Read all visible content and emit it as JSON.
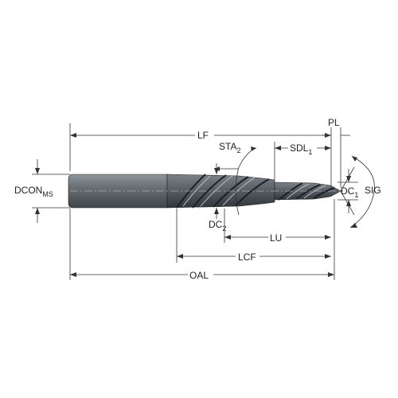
{
  "labels": {
    "lf": "LF",
    "pl": "PL",
    "sta": "STA",
    "sta_sub": "2",
    "sdl": "SDL",
    "sdl_sub": "1",
    "dcon": "DCON",
    "dcon_sub": "MS",
    "dc1": "DC",
    "dc1_sub": "1",
    "sig": "SIG",
    "dc2": "DC",
    "dc2_sub": "2",
    "lu": "LU",
    "lcf": "LCF",
    "oal": "OAL"
  },
  "colors": {
    "tool_body": "#5b6269",
    "tool_dark": "#2c3136",
    "tool_light": "#9aa1a7",
    "line": "#333333"
  }
}
